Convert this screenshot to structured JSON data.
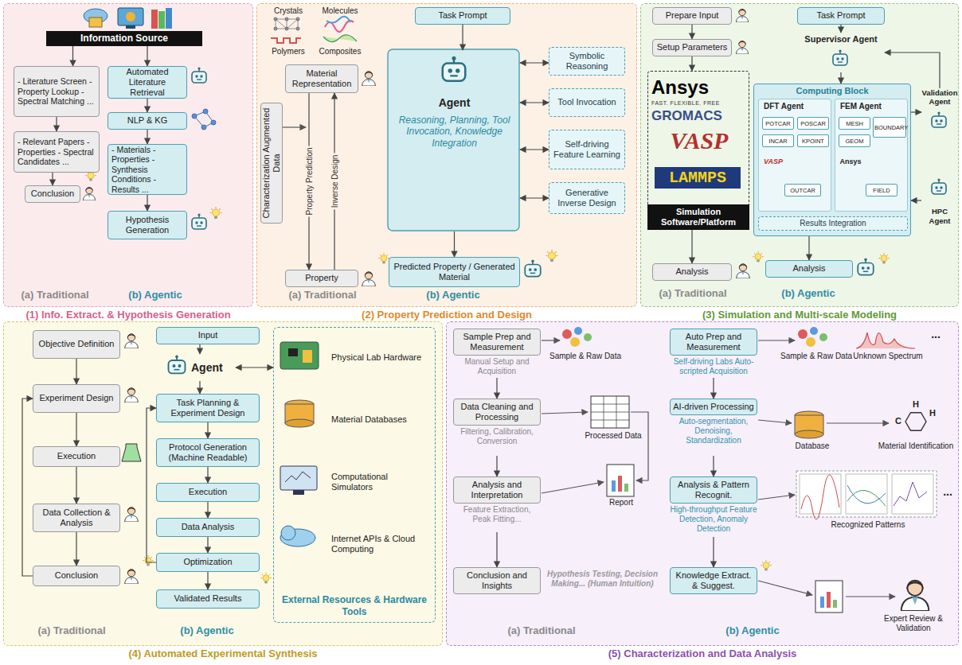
{
  "diagram": {
    "nodes": [
      {
        "text": [
          "(1) Info. Extract. & Hypothesis Generation"
        ]
      },
      {
        "text": [
          "Information Source"
        ],
        "in": 0
      },
      {
        "text": [
          "- Literature Screen - Property Lookup - Spectral Matching ..."
        ],
        "in": 0
      },
      {
        "text": [
          "- Relevant Papers - Properties - Spectral Candidates ..."
        ],
        "in": 0
      },
      {
        "text": [
          "Conclusion"
        ],
        "in": 0
      },
      {
        "text": [
          "Automated Literature Retrieval"
        ],
        "in": 0
      },
      {
        "text": [
          "NLP & KG"
        ],
        "in": 0
      },
      {
        "text": [
          "- Materials - Properties - Synthesis Conditions - Results ..."
        ],
        "in": 0
      },
      {
        "text": [
          "Hypothesis Generation"
        ],
        "in": 0
      },
      {
        "text": [
          "(2) Property Prediction and Design"
        ]
      },
      {
        "text": [
          "Material Representation"
        ],
        "in": 9
      },
      {
        "text": [
          "Property"
        ],
        "in": 9
      },
      {
        "text": [
          "Characterization Augmented Data"
        ],
        "in": 9
      },
      {
        "text": [
          "Task Prompt"
        ],
        "in": 9
      },
      {
        "text": [
          "Agent",
          "Reasoning, Planning, Tool Invocation, Knowledge Integration"
        ],
        "in": 9
      },
      {
        "text": [
          "Symbolic Reasoning"
        ],
        "in": 9
      },
      {
        "text": [
          "Tool Invocation"
        ],
        "in": 9
      },
      {
        "text": [
          "Self-driving Feature Learning"
        ],
        "in": 9
      },
      {
        "text": [
          "Generative Inverse Design"
        ],
        "in": 9
      },
      {
        "text": [
          "Predicted Property / Generated Material"
        ],
        "in": 9
      },
      {
        "text": [
          "(3) Simulation and Multi-scale Modeling"
        ]
      },
      {
        "text": [
          "Prepare Input"
        ],
        "in": 20
      },
      {
        "text": [
          "Setup Parameters"
        ],
        "in": 20
      },
      {
        "text": [
          "Simulation Software/Platform"
        ],
        "in": 20
      },
      {
        "text": [
          "Analysis"
        ],
        "in": 20
      },
      {
        "text": [
          "Task Prompt"
        ],
        "in": 20
      },
      {
        "text": [
          "Supervisor Agent"
        ],
        "in": 20
      },
      {
        "text": [
          "Computing Block"
        ],
        "in": 20
      },
      {
        "text": [
          "DFT Agent"
        ],
        "in": 27
      },
      {
        "text": [
          "POTCAR"
        ],
        "in": 28
      },
      {
        "text": [
          "POSCAR"
        ],
        "in": 28
      },
      {
        "text": [
          "INCAR"
        ],
        "in": 28
      },
      {
        "text": [
          "KPOINT"
        ],
        "in": 28
      },
      {
        "text": [
          "OUTCAR"
        ],
        "in": 28
      },
      {
        "text": [
          "FEM Agent"
        ],
        "in": 27
      },
      {
        "text": [
          "MESH"
        ],
        "in": 34
      },
      {
        "text": [
          "BOUNDARY"
        ],
        "in": 34
      },
      {
        "text": [
          "GEOM"
        ],
        "in": 34
      },
      {
        "text": [
          "FIELD"
        ],
        "in": 34
      },
      {
        "text": [
          "Results Integration"
        ],
        "in": 27
      },
      {
        "text": [
          "Validation Agent"
        ],
        "in": 20
      },
      {
        "text": [
          "HPC Agent"
        ],
        "in": 20
      },
      {
        "text": [
          "Analysis"
        ],
        "in": 20
      },
      {
        "text": [
          "(4) Automated Experimental Synthesis"
        ]
      },
      {
        "text": [
          "Objective Definition"
        ],
        "in": 43
      },
      {
        "text": [
          "Experiment Design"
        ],
        "in": 43
      },
      {
        "text": [
          "Execution"
        ],
        "in": 43
      },
      {
        "text": [
          "Data Collection & Analysis"
        ],
        "in": 43
      },
      {
        "text": [
          "Conclusion"
        ],
        "in": 43
      },
      {
        "text": [
          "Input"
        ],
        "in": 43
      },
      {
        "text": [
          "Agent"
        ],
        "in": 43
      },
      {
        "text": [
          "Task Planning & Experiment Design"
        ],
        "in": 43
      },
      {
        "text": [
          "Protocol Generation (Machine Readable)"
        ],
        "in": 43
      },
      {
        "text": [
          "Execution"
        ],
        "in": 43
      },
      {
        "text": [
          "Data Analysis"
        ],
        "in": 43
      },
      {
        "text": [
          "Optimization"
        ],
        "in": 43
      },
      {
        "text": [
          "Validated Results"
        ],
        "in": 43
      },
      {
        "text": [
          "External Resources & Hardware Tools"
        ],
        "in": 43
      },
      {
        "text": [
          "Physical Lab Hardware"
        ],
        "in": 57
      },
      {
        "text": [
          "Material Databases"
        ],
        "in": 57
      },
      {
        "text": [
          "Computational Simulators"
        ],
        "in": 57
      },
      {
        "text": [
          "Internet APIs & Cloud Computing"
        ],
        "in": 57
      },
      {
        "text": [
          "(5) Characterization and Data Analysis"
        ]
      },
      {
        "text": [
          "Sample Prep and Measurement",
          "Manual Setup and Acquisition"
        ],
        "in": 62
      },
      {
        "text": [
          "Data Cleaning and Processing",
          "Filtering, Calibration, Conversion"
        ],
        "in": 62
      },
      {
        "text": [
          "Analysis and Interpretation",
          "Feature Extraction, Peak Fitting..."
        ],
        "in": 62
      },
      {
        "text": [
          "Conclusion and Insights"
        ],
        "in": 62
      },
      {
        "text": [
          "Auto Prep and Measurement",
          "Self-driving Labs Auto-scripted Acquisition"
        ],
        "in": 62
      },
      {
        "text": [
          "AI-driven Processing",
          "Auto-segmentation, Denoising, Standardization"
        ],
        "in": 62
      },
      {
        "text": [
          "Analysis & Pattern Recognit.",
          "High-throughput Feature Detection, Anomaly Detection"
        ],
        "in": 62
      },
      {
        "text": [
          "Knowledge Extract. & Suggest."
        ],
        "in": 62
      }
    ],
    "edges": [
      {
        "from": 1,
        "to": 2,
        "arrow": "to"
      },
      {
        "from": 1,
        "to": 5,
        "arrow": "to"
      },
      {
        "from": 2,
        "to": 3,
        "arrow": "to"
      },
      {
        "from": 3,
        "to": 4,
        "arrow": "to"
      },
      {
        "from": 5,
        "to": 6,
        "arrow": "to"
      },
      {
        "from": 6,
        "to": 7,
        "arrow": "to"
      },
      {
        "from": 7,
        "to": 8,
        "arrow": "to"
      },
      {
        "from": 10,
        "to": 11,
        "label": "Property Prediction",
        "arrow": "to"
      },
      {
        "from": 11,
        "to": 10,
        "label": "Inverse Design",
        "arrow": "to"
      },
      {
        "from": 13,
        "to": 14,
        "arrow": "to"
      },
      {
        "from": 14,
        "to": 19,
        "arrow": "to"
      },
      {
        "from": 14,
        "to": 15,
        "arrow": "both"
      },
      {
        "from": 14,
        "to": 16,
        "arrow": "both"
      },
      {
        "from": 14,
        "to": 17,
        "arrow": "both"
      },
      {
        "from": 14,
        "to": 18,
        "arrow": "both"
      },
      {
        "from": 21,
        "to": 22,
        "arrow": "to"
      },
      {
        "from": 22,
        "to": 23,
        "arrow": "to"
      },
      {
        "from": 23,
        "to": 24,
        "arrow": "to"
      },
      {
        "from": 25,
        "to": 26,
        "arrow": "to"
      },
      {
        "from": 26,
        "to": 27,
        "arrow": "to"
      },
      {
        "from": 27,
        "to": 40,
        "arrow": "to"
      },
      {
        "from": 40,
        "to": 26,
        "arrow": "to"
      },
      {
        "from": 41,
        "to": 27,
        "arrow": "to"
      },
      {
        "from": 27,
        "to": 42,
        "arrow": "to"
      },
      {
        "from": 32,
        "to": 33,
        "arrow": "to"
      },
      {
        "from": 36,
        "to": 38,
        "arrow": "to"
      },
      {
        "from": 44,
        "to": 45,
        "arrow": "to"
      },
      {
        "from": 45,
        "to": 46,
        "arrow": "to"
      },
      {
        "from": 46,
        "to": 47,
        "arrow": "to"
      },
      {
        "from": 47,
        "to": 48,
        "arrow": "to"
      },
      {
        "from": 48,
        "to": 45,
        "arrow": "to"
      },
      {
        "from": 49,
        "to": 50,
        "arrow": "to"
      },
      {
        "from": 50,
        "to": 51,
        "arrow": "to"
      },
      {
        "from": 51,
        "to": 52,
        "arrow": "to"
      },
      {
        "from": 52,
        "to": 53,
        "arrow": "to"
      },
      {
        "from": 53,
        "to": 54,
        "arrow": "to"
      },
      {
        "from": 54,
        "to": 55,
        "arrow": "to"
      },
      {
        "from": 55,
        "to": 56,
        "arrow": "to"
      },
      {
        "from": 55,
        "to": 51,
        "arrow": "to"
      },
      {
        "from": 50,
        "to": 57,
        "arrow": "both"
      },
      {
        "from": 63,
        "to": 64,
        "arrow": "to"
      },
      {
        "from": 64,
        "to": 65,
        "arrow": "to"
      },
      {
        "from": 65,
        "to": 66,
        "arrow": "to"
      },
      {
        "from": 67,
        "to": 68,
        "arrow": "to"
      },
      {
        "from": 68,
        "to": 69,
        "arrow": "to"
      },
      {
        "from": 69,
        "to": 70,
        "arrow": "to"
      }
    ],
    "labels": [
      "(a) Traditional",
      "(b) Agentic",
      "Crystals",
      "Molecules",
      "Polymers",
      "Composites",
      "(a) Traditional",
      "(b) Agentic",
      "Ansys",
      "FAST. FLEXIBLE. FREE",
      "GROMACS",
      "VASP",
      "LAMMPS",
      "VASP",
      "Ansys",
      "(a) Traditional",
      "(b) Agentic",
      "(a) Traditional",
      "(b) Agentic",
      "Sample & Raw Data",
      "Processed Data",
      "Report",
      "Hypothesis Testing, Decision Making... (Human Intuition)",
      "(a) Traditional",
      "(b) Agentic",
      "Sample & Raw Data",
      "Unknown Spectrum",
      "...",
      "Database",
      "C",
      "H",
      "H",
      "Material Identification",
      "Recognized Patterns",
      "...",
      "Expert Review & Validation"
    ]
  }
}
